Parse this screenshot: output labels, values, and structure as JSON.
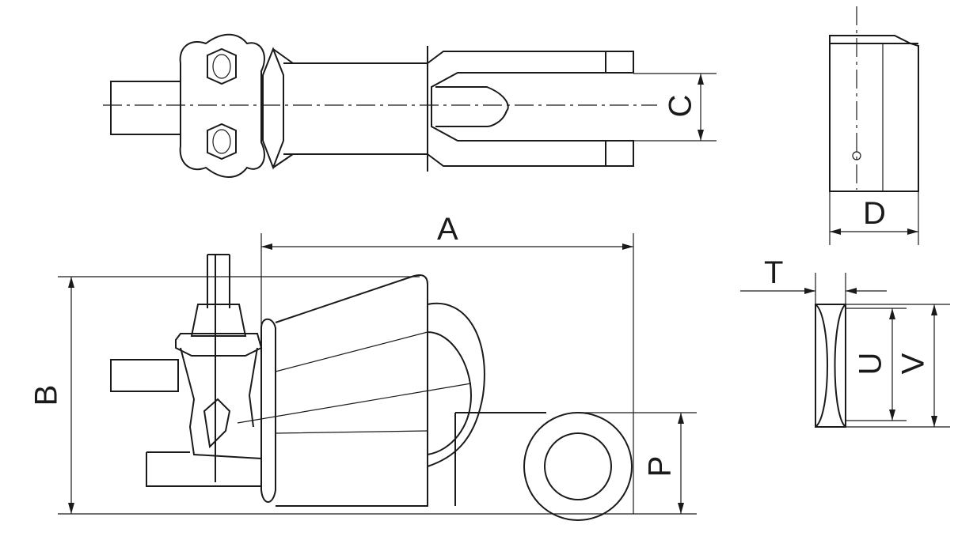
{
  "dimensions": {
    "A": "A",
    "B": "B",
    "C": "C",
    "D": "D",
    "T": "T",
    "U": "U",
    "V": "V",
    "P": "P"
  }
}
